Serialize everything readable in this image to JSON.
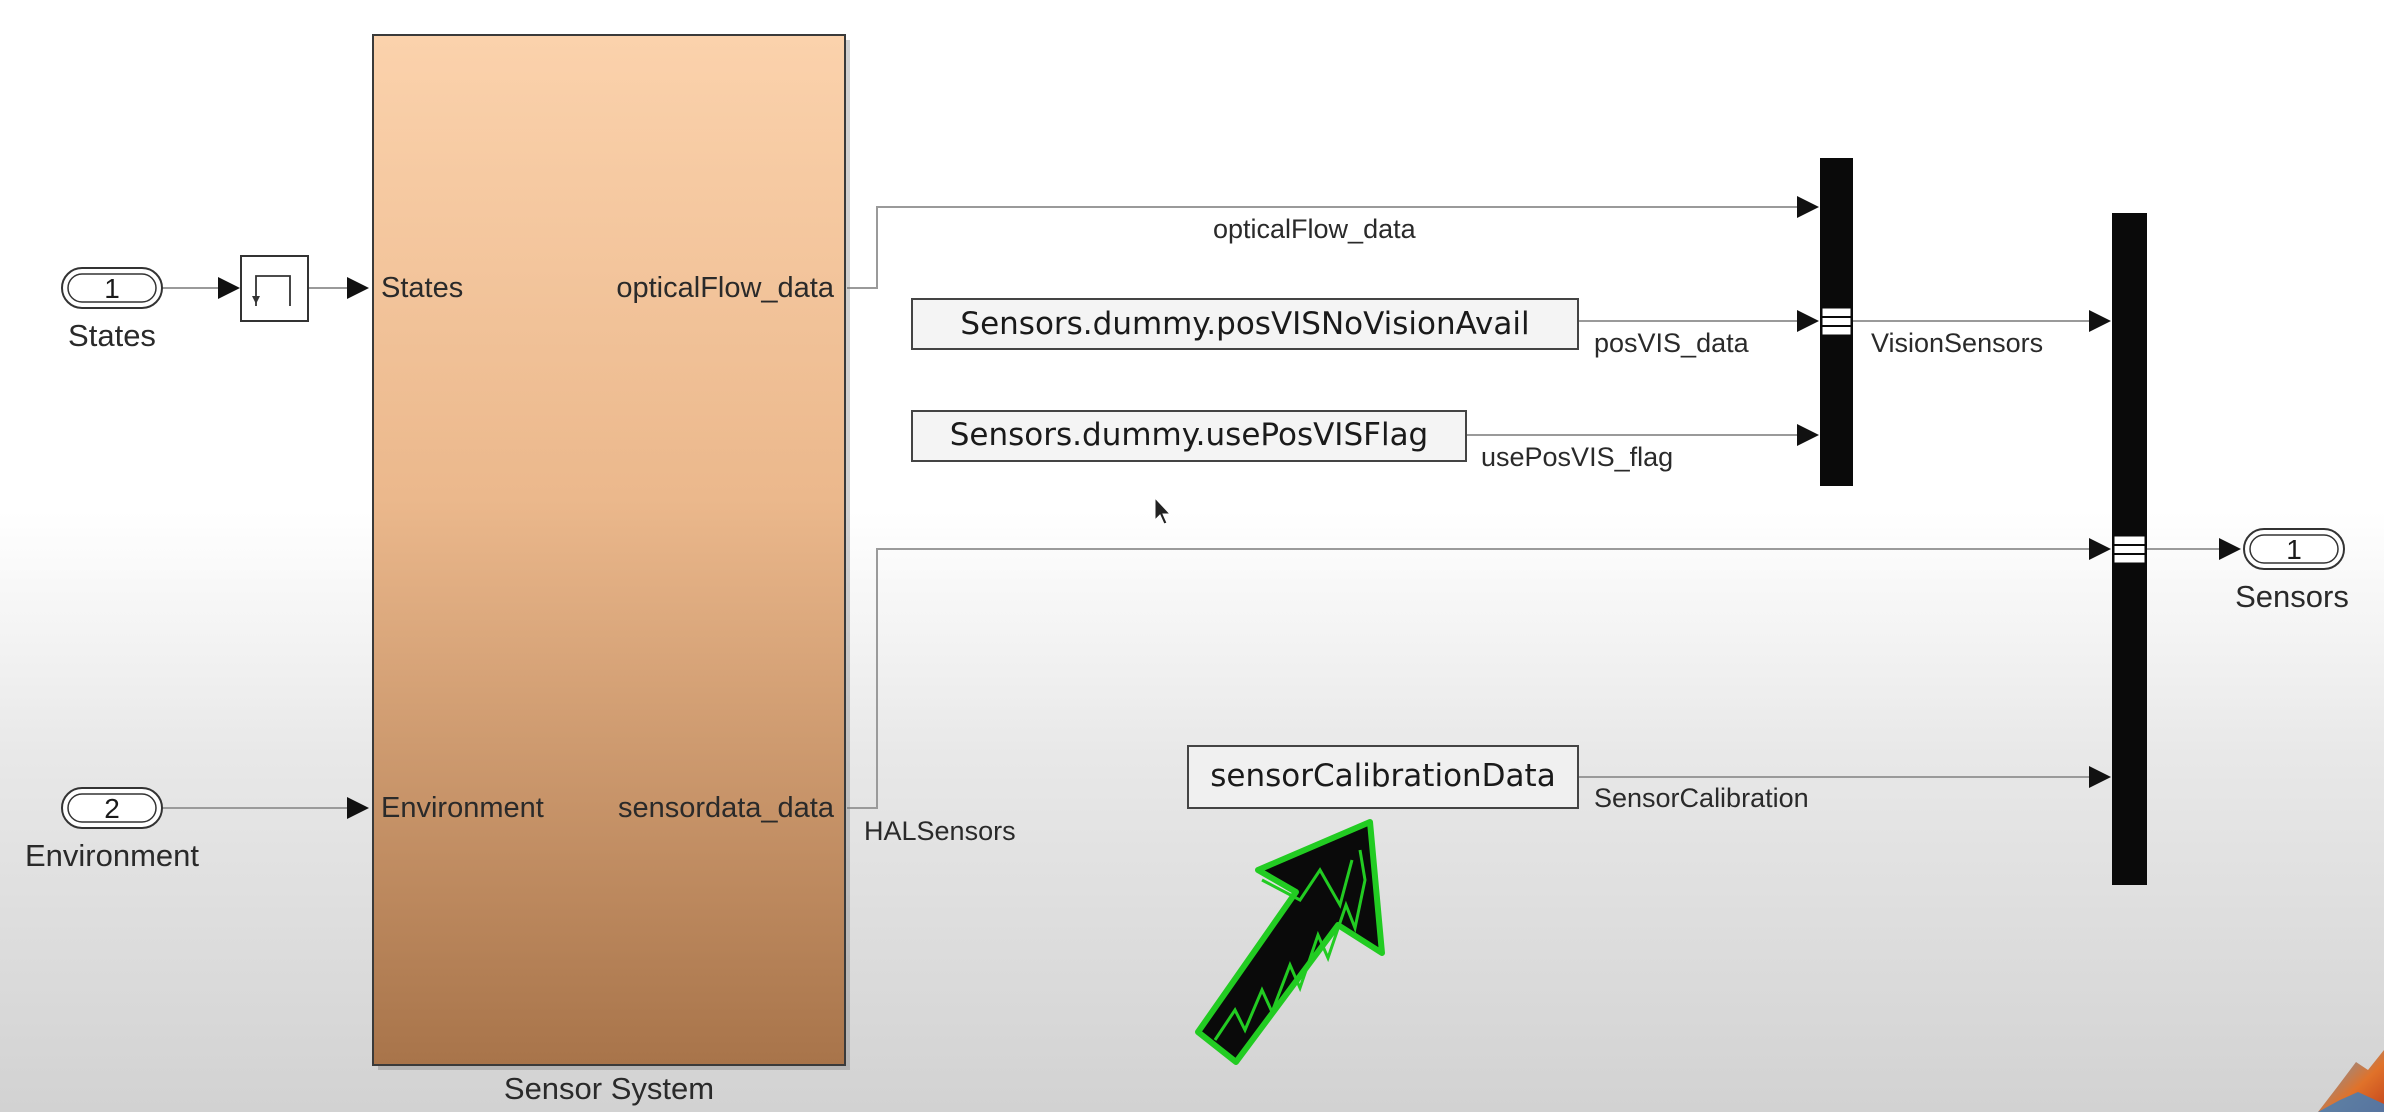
{
  "inports": [
    {
      "number": "1",
      "name": "States"
    },
    {
      "number": "2",
      "name": "Environment"
    }
  ],
  "outport": {
    "number": "1",
    "name": "Sensors"
  },
  "subsystem": {
    "name": "Sensor System",
    "inputs": [
      "States",
      "Environment"
    ],
    "outputs": [
      "opticalFlow_data",
      "sensordata_data"
    ],
    "fill_top": "#fbd2ac",
    "fill_bottom": "#a8744a"
  },
  "constants": [
    {
      "value": "Sensors.dummy.posVISNoVisionAvail"
    },
    {
      "value": "Sensors.dummy.usePosVISFlag"
    },
    {
      "value": "sensorCalibrationData"
    }
  ],
  "signals": {
    "optical_flow": "opticalFlow_data",
    "pos_vis": "posVIS_data",
    "use_pos_vis": "usePosVIS_flag",
    "vision_sensors": "VisionSensors",
    "hal_sensors": "HALSensors",
    "sensor_calibration": "SensorCalibration"
  },
  "annotation": {
    "color": "#22cc22",
    "icon": "green-arrow-icon"
  },
  "logo": {
    "icon": "matlab-logo-icon"
  }
}
